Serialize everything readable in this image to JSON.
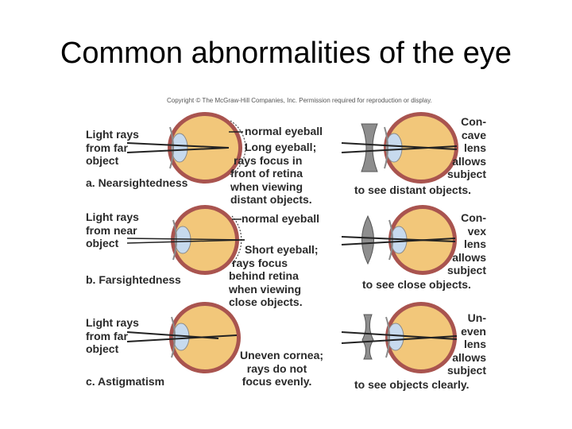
{
  "title": "Common abnormalities of the eye",
  "copyright": "Copyright © The McGraw-Hill Companies, Inc. Permission required for reproduction or display.",
  "colors": {
    "lens_fill": "#F2C77A",
    "sclera": "#A9544F",
    "cornea": "#C7DAEE",
    "rays": "#222222",
    "corrective_lens": "#8E8E8E"
  },
  "rows": [
    {
      "source": [
        "Light rays",
        "from far",
        "object"
      ],
      "caption": "a. Nearsightedness",
      "note_normal": "normal eyeball",
      "note": [
        "Long eyeball;",
        "rays focus in",
        "front of retina",
        "when viewing",
        "distant objects."
      ],
      "correction": [
        "Con-",
        "cave",
        "lens",
        "allows",
        "subject",
        "to see distant objects."
      ]
    },
    {
      "source": [
        "Light rays",
        "from near",
        "object"
      ],
      "caption": "b. Farsightedness",
      "note_normal": "normal eyeball",
      "note": [
        "Short eyeball;",
        "rays focus",
        "behind retina",
        "when viewing",
        "close objects."
      ],
      "correction": [
        "Con-",
        "vex",
        "lens",
        "allows",
        "subject",
        "to see close objects."
      ]
    },
    {
      "source": [
        "Light rays",
        "from far",
        "object"
      ],
      "caption": "c. Astigmatism",
      "note_normal": "",
      "note": [
        "Uneven cornea;",
        "rays do not",
        "focus evenly."
      ],
      "correction": [
        "Un-",
        "even",
        "lens",
        "allows",
        "subject",
        "to see objects clearly."
      ]
    }
  ]
}
